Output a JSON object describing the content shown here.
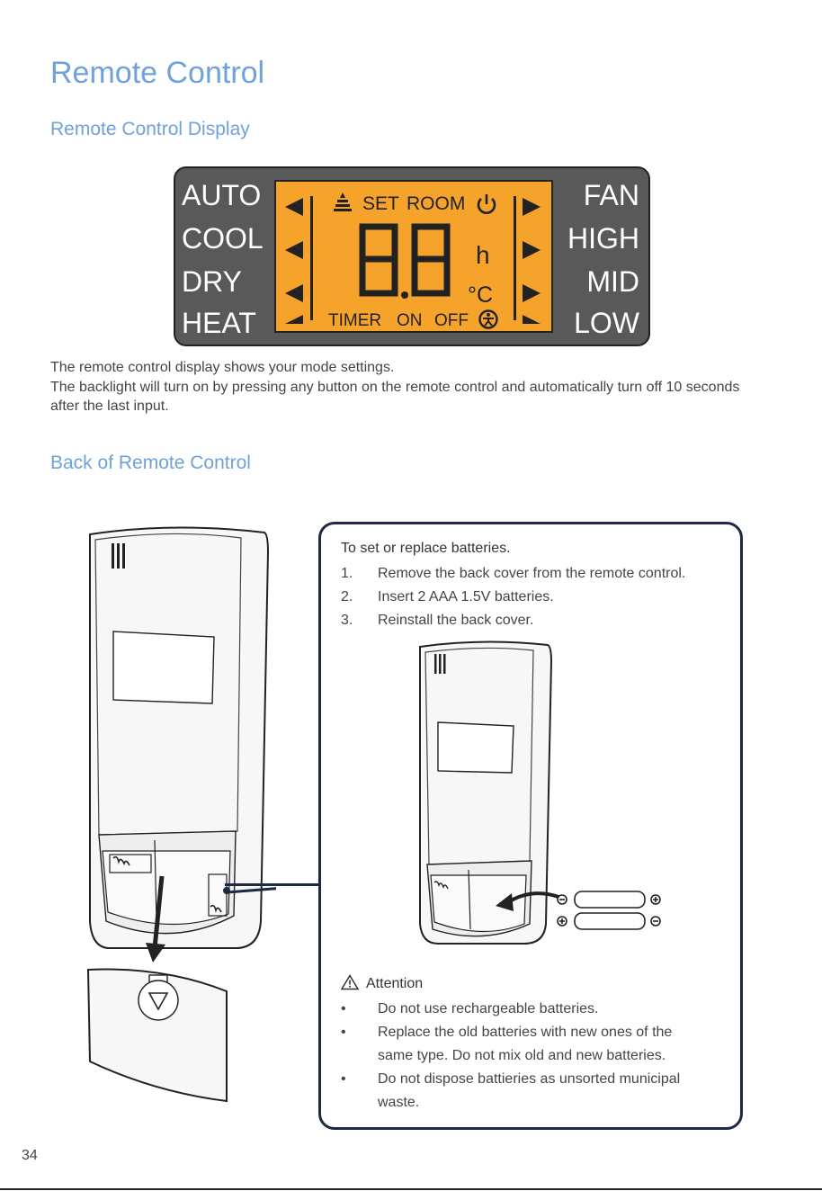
{
  "page": {
    "title": "Remote Control",
    "section1_heading": "Remote Control Display",
    "section2_heading": "Back of Remote Control",
    "paragraph_line1": "The remote control display shows your mode settings.",
    "paragraph_line2": "The backlight will turn on by pressing any button on the remote control and automatically turn off 10 seconds after the last input.",
    "page_number": "34"
  },
  "display": {
    "left_modes": [
      "AUTO",
      "COOL",
      "DRY",
      "HEAT"
    ],
    "right_modes": [
      "FAN",
      "HIGH",
      "MID",
      "LOW"
    ],
    "top_labels": {
      "set": "SET",
      "room": "ROOM"
    },
    "bottom_labels": {
      "timer": "TIMER",
      "on": "ON",
      "off": "OFF"
    },
    "digits": "88",
    "unit_hours": "h",
    "unit_celsius": "°C",
    "colors": {
      "bezel": "#595959",
      "screen": "#f5a32a",
      "mark": "#222222"
    },
    "icons": [
      "fan-speed-icon",
      "power-icon",
      "sleep-icon",
      "left-arrow-icon",
      "right-arrow-icon"
    ]
  },
  "battery_box": {
    "title": "To set or replace batteries.",
    "steps": [
      {
        "num": "1.",
        "text": "Remove the back cover from the remote control."
      },
      {
        "num": "2.",
        "text": "Insert 2 AAA 1.5V batteries."
      },
      {
        "num": "3.",
        "text": "Reinstall the back cover."
      }
    ],
    "attention_title": "Attention",
    "bullets": [
      {
        "mark": "•",
        "text": "Do not use rechargeable batteries."
      },
      {
        "mark": "•",
        "text": "Replace the old batteries with new ones of the same type. Do not mix old and new batteries."
      },
      {
        "mark": "•",
        "text": "Do not dispose battieries as unsorted municipal waste."
      }
    ],
    "border_color": "#1e2a44"
  },
  "colors": {
    "heading": "#6fa1da",
    "text": "#444444"
  }
}
